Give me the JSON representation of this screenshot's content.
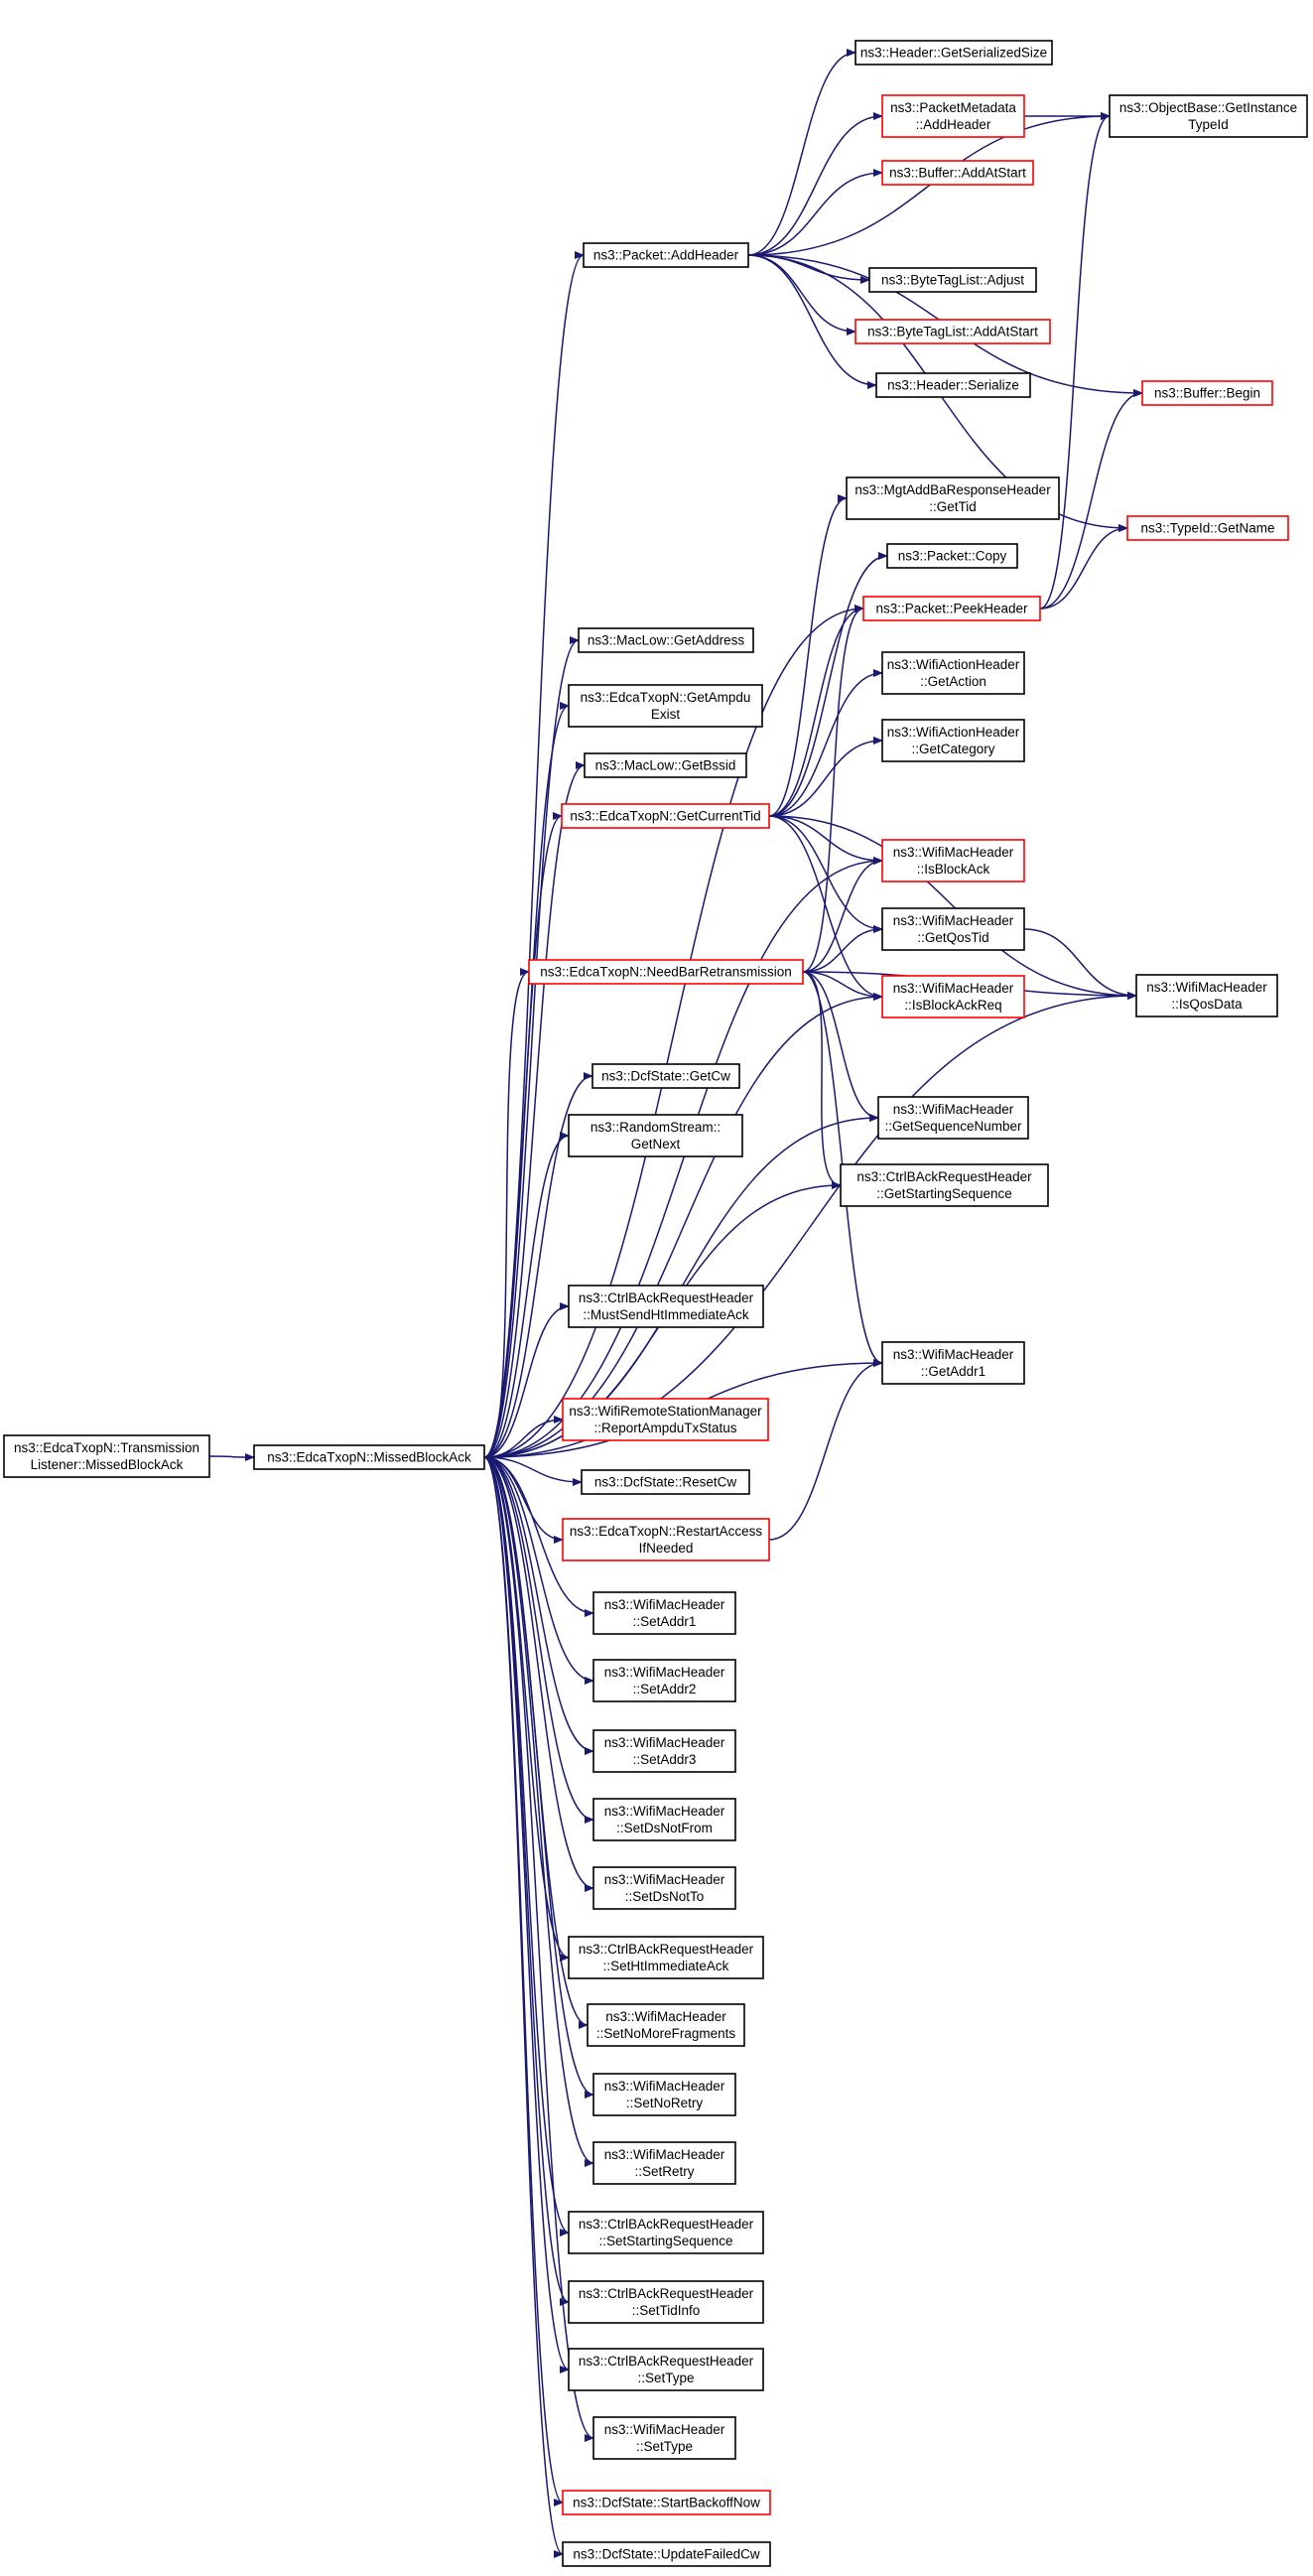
{
  "colors": {
    "edge": "#191970",
    "normal_border": "#000000",
    "link_border": "#ff0000",
    "root_fill": "#bfbfbf",
    "background": "#ffffff"
  },
  "nodes": [
    {
      "id": "root",
      "lines": [
        "ns3::EdcaTxopN::Transmission",
        "Listener::MissedBlockAck"
      ],
      "style": "root"
    },
    {
      "id": "mba",
      "lines": [
        "ns3::EdcaTxopN::MissedBlockAck"
      ],
      "style": "normal"
    },
    {
      "id": "addHeader",
      "lines": [
        "ns3::Packet::AddHeader"
      ],
      "style": "normal"
    },
    {
      "id": "getSerializedSize",
      "lines": [
        "ns3::Header::GetSerializedSize"
      ],
      "style": "normal"
    },
    {
      "id": "pmAddHeader",
      "lines": [
        "ns3::PacketMetadata",
        "::AddHeader"
      ],
      "style": "red"
    },
    {
      "id": "objGetInstance",
      "lines": [
        "ns3::ObjectBase::GetInstance",
        "TypeId"
      ],
      "style": "normal"
    },
    {
      "id": "bufAddAtStart",
      "lines": [
        "ns3::Buffer::AddAtStart"
      ],
      "style": "red"
    },
    {
      "id": "btlAdjust",
      "lines": [
        "ns3::ByteTagList::Adjust"
      ],
      "style": "normal"
    },
    {
      "id": "btlAddAtStart",
      "lines": [
        "ns3::ByteTagList::AddAtStart"
      ],
      "style": "red"
    },
    {
      "id": "headerSerialize",
      "lines": [
        "ns3::Header::Serialize"
      ],
      "style": "normal"
    },
    {
      "id": "bufBegin",
      "lines": [
        "ns3::Buffer::Begin"
      ],
      "style": "red"
    },
    {
      "id": "mgtGetTid",
      "lines": [
        "ns3::MgtAddBaResponseHeader",
        "::GetTid"
      ],
      "style": "normal"
    },
    {
      "id": "typeIdGetName",
      "lines": [
        "ns3::TypeId::GetName"
      ],
      "style": "red"
    },
    {
      "id": "pktCopy",
      "lines": [
        "ns3::Packet::Copy"
      ],
      "style": "normal"
    },
    {
      "id": "peekHeader",
      "lines": [
        "ns3::Packet::PeekHeader"
      ],
      "style": "red"
    },
    {
      "id": "macGetAddress",
      "lines": [
        "ns3::MacLow::GetAddress"
      ],
      "style": "normal"
    },
    {
      "id": "waGetAction",
      "lines": [
        "ns3::WifiActionHeader",
        "::GetAction"
      ],
      "style": "normal"
    },
    {
      "id": "getAmpduExist",
      "lines": [
        "ns3::EdcaTxopN::GetAmpdu",
        "Exist"
      ],
      "style": "normal"
    },
    {
      "id": "waGetCategory",
      "lines": [
        "ns3::WifiActionHeader",
        "::GetCategory"
      ],
      "style": "normal"
    },
    {
      "id": "macGetBssid",
      "lines": [
        "ns3::MacLow::GetBssid"
      ],
      "style": "normal"
    },
    {
      "id": "getCurrentTid",
      "lines": [
        "ns3::EdcaTxopN::GetCurrentTid"
      ],
      "style": "red"
    },
    {
      "id": "isBlockAck",
      "lines": [
        "ns3::WifiMacHeader",
        "::IsBlockAck"
      ],
      "style": "red"
    },
    {
      "id": "getQosTid",
      "lines": [
        "ns3::WifiMacHeader",
        "::GetQosTid"
      ],
      "style": "normal"
    },
    {
      "id": "needBar",
      "lines": [
        "ns3::EdcaTxopN::NeedBarRetransmission"
      ],
      "style": "red"
    },
    {
      "id": "isQosData",
      "lines": [
        "ns3::WifiMacHeader",
        "::IsQosData"
      ],
      "style": "normal"
    },
    {
      "id": "isBlockAckReq",
      "lines": [
        "ns3::WifiMacHeader",
        "::IsBlockAckReq"
      ],
      "style": "red"
    },
    {
      "id": "dcfGetCw",
      "lines": [
        "ns3::DcfState::GetCw"
      ],
      "style": "normal"
    },
    {
      "id": "getSeqNum",
      "lines": [
        "ns3::WifiMacHeader",
        "::GetSequenceNumber"
      ],
      "style": "normal"
    },
    {
      "id": "rsGetNext",
      "lines": [
        "ns3::RandomStream::",
        "GetNext"
      ],
      "style": "normal"
    },
    {
      "id": "getStartSeq",
      "lines": [
        "ns3::CtrlBAckRequestHeader",
        "::GetStartingSequence"
      ],
      "style": "normal"
    },
    {
      "id": "mustSendHt",
      "lines": [
        "ns3::CtrlBAckRequestHeader",
        "::MustSendHtImmediateAck"
      ],
      "style": "normal"
    },
    {
      "id": "getAddr1",
      "lines": [
        "ns3::WifiMacHeader",
        "::GetAddr1"
      ],
      "style": "normal"
    },
    {
      "id": "reportAmpdu",
      "lines": [
        "ns3::WifiRemoteStationManager",
        "::ReportAmpduTxStatus"
      ],
      "style": "red"
    },
    {
      "id": "dcfResetCw",
      "lines": [
        "ns3::DcfState::ResetCw"
      ],
      "style": "normal"
    },
    {
      "id": "restartAccess",
      "lines": [
        "ns3::EdcaTxopN::RestartAccess",
        "IfNeeded"
      ],
      "style": "red"
    },
    {
      "id": "setAddr1",
      "lines": [
        "ns3::WifiMacHeader",
        "::SetAddr1"
      ],
      "style": "normal"
    },
    {
      "id": "setAddr2",
      "lines": [
        "ns3::WifiMacHeader",
        "::SetAddr2"
      ],
      "style": "normal"
    },
    {
      "id": "setAddr3",
      "lines": [
        "ns3::WifiMacHeader",
        "::SetAddr3"
      ],
      "style": "normal"
    },
    {
      "id": "setDsNotFrom",
      "lines": [
        "ns3::WifiMacHeader",
        "::SetDsNotFrom"
      ],
      "style": "normal"
    },
    {
      "id": "setDsNotTo",
      "lines": [
        "ns3::WifiMacHeader",
        "::SetDsNotTo"
      ],
      "style": "normal"
    },
    {
      "id": "setHtImmAck",
      "lines": [
        "ns3::CtrlBAckRequestHeader",
        "::SetHtImmediateAck"
      ],
      "style": "normal"
    },
    {
      "id": "setNoMoreFrag",
      "lines": [
        "ns3::WifiMacHeader",
        "::SetNoMoreFragments"
      ],
      "style": "normal"
    },
    {
      "id": "setNoRetry",
      "lines": [
        "ns3::WifiMacHeader",
        "::SetNoRetry"
      ],
      "style": "normal"
    },
    {
      "id": "setRetry",
      "lines": [
        "ns3::WifiMacHeader",
        "::SetRetry"
      ],
      "style": "normal"
    },
    {
      "id": "setStartSeq",
      "lines": [
        "ns3::CtrlBAckRequestHeader",
        "::SetStartingSequence"
      ],
      "style": "normal"
    },
    {
      "id": "setTidInfo",
      "lines": [
        "ns3::CtrlBAckRequestHeader",
        "::SetTidInfo"
      ],
      "style": "normal"
    },
    {
      "id": "ctrlSetType",
      "lines": [
        "ns3::CtrlBAckRequestHeader",
        "::SetType"
      ],
      "style": "normal"
    },
    {
      "id": "wmhSetType",
      "lines": [
        "ns3::WifiMacHeader",
        "::SetType"
      ],
      "style": "normal"
    },
    {
      "id": "startBackoff",
      "lines": [
        "ns3::DcfState::StartBackoffNow"
      ],
      "style": "red"
    },
    {
      "id": "updateFailedCw",
      "lines": [
        "ns3::DcfState::UpdateFailedCw"
      ],
      "style": "normal"
    }
  ],
  "edges": [
    [
      "root",
      "mba"
    ],
    [
      "mba",
      "addHeader"
    ],
    [
      "mba",
      "peekHeader"
    ],
    [
      "mba",
      "macGetAddress"
    ],
    [
      "mba",
      "getAmpduExist"
    ],
    [
      "mba",
      "macGetBssid"
    ],
    [
      "mba",
      "getCurrentTid"
    ],
    [
      "mba",
      "isBlockAck"
    ],
    [
      "mba",
      "needBar"
    ],
    [
      "mba",
      "isBlockAckReq"
    ],
    [
      "mba",
      "dcfGetCw"
    ],
    [
      "mba",
      "getSeqNum"
    ],
    [
      "mba",
      "rsGetNext"
    ],
    [
      "mba",
      "getStartSeq"
    ],
    [
      "mba",
      "isQosData"
    ],
    [
      "mba",
      "mustSendHt"
    ],
    [
      "mba",
      "getAddr1"
    ],
    [
      "mba",
      "reportAmpdu"
    ],
    [
      "mba",
      "dcfResetCw"
    ],
    [
      "mba",
      "restartAccess"
    ],
    [
      "mba",
      "setAddr1"
    ],
    [
      "mba",
      "setAddr2"
    ],
    [
      "mba",
      "setAddr3"
    ],
    [
      "mba",
      "setDsNotFrom"
    ],
    [
      "mba",
      "setDsNotTo"
    ],
    [
      "mba",
      "setHtImmAck"
    ],
    [
      "mba",
      "setNoMoreFrag"
    ],
    [
      "mba",
      "setNoRetry"
    ],
    [
      "mba",
      "setRetry"
    ],
    [
      "mba",
      "setStartSeq"
    ],
    [
      "mba",
      "setTidInfo"
    ],
    [
      "mba",
      "ctrlSetType"
    ],
    [
      "mba",
      "wmhSetType"
    ],
    [
      "mba",
      "startBackoff"
    ],
    [
      "mba",
      "updateFailedCw"
    ],
    [
      "addHeader",
      "getSerializedSize"
    ],
    [
      "addHeader",
      "pmAddHeader"
    ],
    [
      "addHeader",
      "objGetInstance"
    ],
    [
      "addHeader",
      "bufAddAtStart"
    ],
    [
      "addHeader",
      "btlAdjust"
    ],
    [
      "addHeader",
      "btlAddAtStart"
    ],
    [
      "addHeader",
      "headerSerialize"
    ],
    [
      "addHeader",
      "bufBegin"
    ],
    [
      "addHeader",
      "typeIdGetName"
    ],
    [
      "pmAddHeader",
      "objGetInstance"
    ],
    [
      "peekHeader",
      "objGetInstance"
    ],
    [
      "peekHeader",
      "bufBegin"
    ],
    [
      "peekHeader",
      "typeIdGetName"
    ],
    [
      "getCurrentTid",
      "mgtGetTid"
    ],
    [
      "getCurrentTid",
      "pktCopy"
    ],
    [
      "getCurrentTid",
      "peekHeader"
    ],
    [
      "getCurrentTid",
      "waGetAction"
    ],
    [
      "getCurrentTid",
      "waGetCategory"
    ],
    [
      "getCurrentTid",
      "isBlockAck"
    ],
    [
      "getCurrentTid",
      "getQosTid"
    ],
    [
      "getCurrentTid",
      "isBlockAckReq"
    ],
    [
      "getCurrentTid",
      "isQosData"
    ],
    [
      "needBar",
      "peekHeader"
    ],
    [
      "needBar",
      "isBlockAck"
    ],
    [
      "needBar",
      "getQosTid"
    ],
    [
      "needBar",
      "isBlockAckReq"
    ],
    [
      "needBar",
      "isQosData"
    ],
    [
      "needBar",
      "getSeqNum"
    ],
    [
      "needBar",
      "getStartSeq"
    ],
    [
      "needBar",
      "getAddr1"
    ],
    [
      "getQosTid",
      "isQosData"
    ],
    [
      "restartAccess",
      "getAddr1"
    ]
  ]
}
